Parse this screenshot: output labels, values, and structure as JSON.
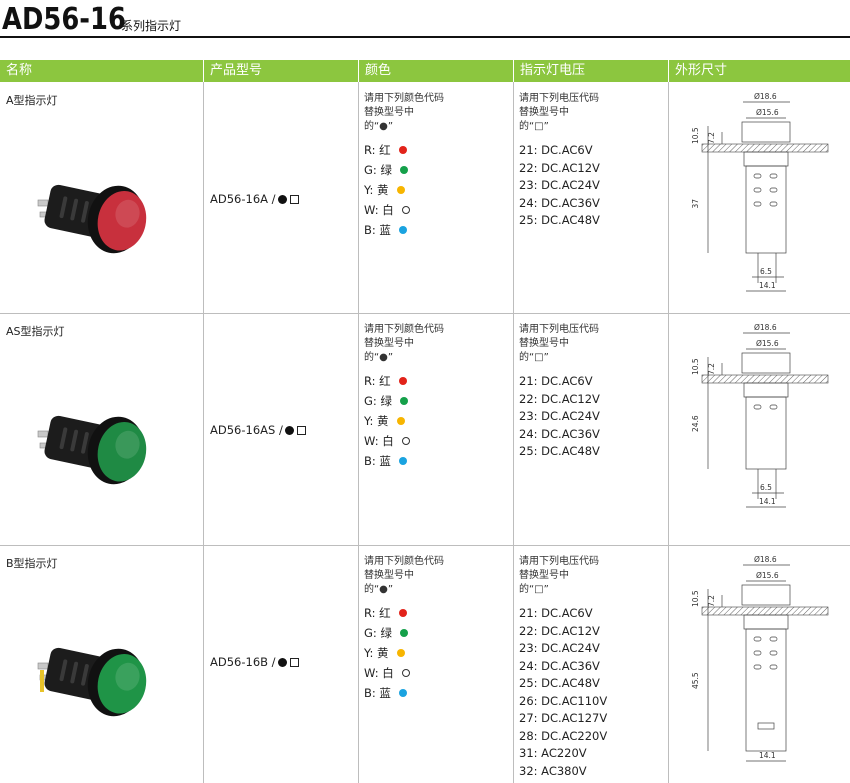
{
  "title": {
    "main": "AD56-16",
    "sub": "系列指示灯"
  },
  "columns": [
    "名称",
    "产品型号",
    "颜色",
    "指示灯电压",
    "外形尺寸"
  ],
  "color_note": [
    "请用下列颜色代码",
    "替换型号中",
    "的“●”"
  ],
  "voltage_note": [
    "请用下列电压代码",
    "替换型号中",
    "的“□”"
  ],
  "colors": [
    {
      "label": "R: 红",
      "hex": "#e2231a",
      "outline": false
    },
    {
      "label": "G: 绿",
      "hex": "#14a04a",
      "outline": false
    },
    {
      "label": "Y: 黄",
      "hex": "#f7b500",
      "outline": false
    },
    {
      "label": "W: 白",
      "hex": "#ffffff",
      "outline": true
    },
    {
      "label": "B: 蓝",
      "hex": "#1aa3e0",
      "outline": false
    }
  ],
  "rows": [
    {
      "name": "A型指示灯",
      "model": "AD56-16A /",
      "lens_color": "#c8303d",
      "voltages": [
        "21: DC.AC6V",
        "22: DC.AC12V",
        "23: DC.AC24V",
        "24: DC.AC36V",
        "25: DC.AC48V"
      ],
      "dims": {
        "d1": "Ø18.6",
        "d2": "Ø15.6",
        "h1": "10.5",
        "h2": "7.2",
        "len": "37",
        "w1": "6.5",
        "w2": "14.1"
      }
    },
    {
      "name": "AS型指示灯",
      "model": "AD56-16AS /",
      "lens_color": "#1f8a44",
      "voltages": [
        "21: DC.AC6V",
        "22: DC.AC12V",
        "23: DC.AC24V",
        "24: DC.AC36V",
        "25: DC.AC48V"
      ],
      "dims": {
        "d1": "Ø18.6",
        "d2": "Ø15.6",
        "h1": "10.5",
        "h2": "7.2",
        "len": "24.6",
        "w1": "6.5",
        "w2": "14.1"
      }
    },
    {
      "name": "B型指示灯",
      "model": "AD56-16B /",
      "lens_color": "#1f9447",
      "voltages": [
        "21: DC.AC6V",
        "22: DC.AC12V",
        "23: DC.AC24V",
        "24: DC.AC36V",
        "25: DC.AC48V",
        "26: DC.AC110V",
        "27: DC.AC127V",
        "28: DC.AC220V",
        "31: AC220V",
        "32: AC380V"
      ],
      "dims": {
        "d1": "Ø18.6",
        "d2": "Ø15.6",
        "h1": "10.5",
        "h2": "7.2",
        "len": "45.5",
        "w2": "14.1"
      }
    }
  ]
}
